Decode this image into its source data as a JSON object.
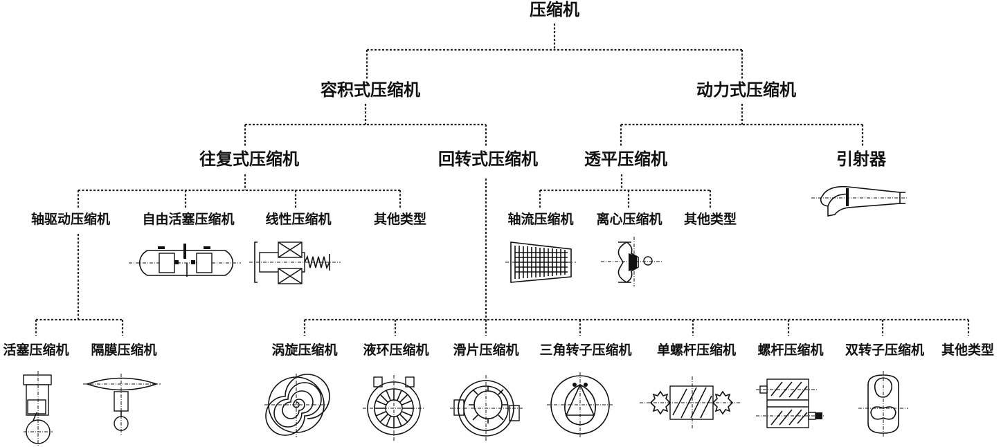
{
  "root": "压缩机",
  "categories": {
    "positive_displacement": "容积式压缩机",
    "dynamic": "动力式压缩机"
  },
  "subcategories": {
    "reciprocating": "往复式压缩机",
    "rotary": "回转式压缩机",
    "turbo": "透平压缩机",
    "ejector": "引射器"
  },
  "reciprocating_types": [
    "轴驱动压缩机",
    "自由活塞压缩机",
    "线性压缩机",
    "其他类型"
  ],
  "shaft_driven_types": [
    "活塞压缩机",
    "隔膜压缩机"
  ],
  "turbo_types": [
    "轴流压缩机",
    "离心压缩机",
    "其他类型"
  ],
  "rotary_types": [
    "涡旋压缩机",
    "液环压缩机",
    "滑片压缩机",
    "三角转子压缩机",
    "单螺杆压缩机",
    "螺杆压缩机",
    "双转子压缩机",
    "其他类型"
  ],
  "icons": [
    "free-piston-compressor-icon",
    "linear-compressor-icon",
    "axial-compressor-icon",
    "centrifugal-compressor-icon",
    "ejector-icon",
    "piston-compressor-icon",
    "diaphragm-compressor-icon",
    "scroll-compressor-icon",
    "liquid-ring-compressor-icon",
    "sliding-vane-compressor-icon",
    "rotary-triangle-compressor-icon",
    "single-screw-compressor-icon",
    "screw-compressor-icon",
    "twin-rotor-compressor-icon"
  ],
  "colors": {
    "ink": "#111111",
    "background": "#ffffff"
  }
}
